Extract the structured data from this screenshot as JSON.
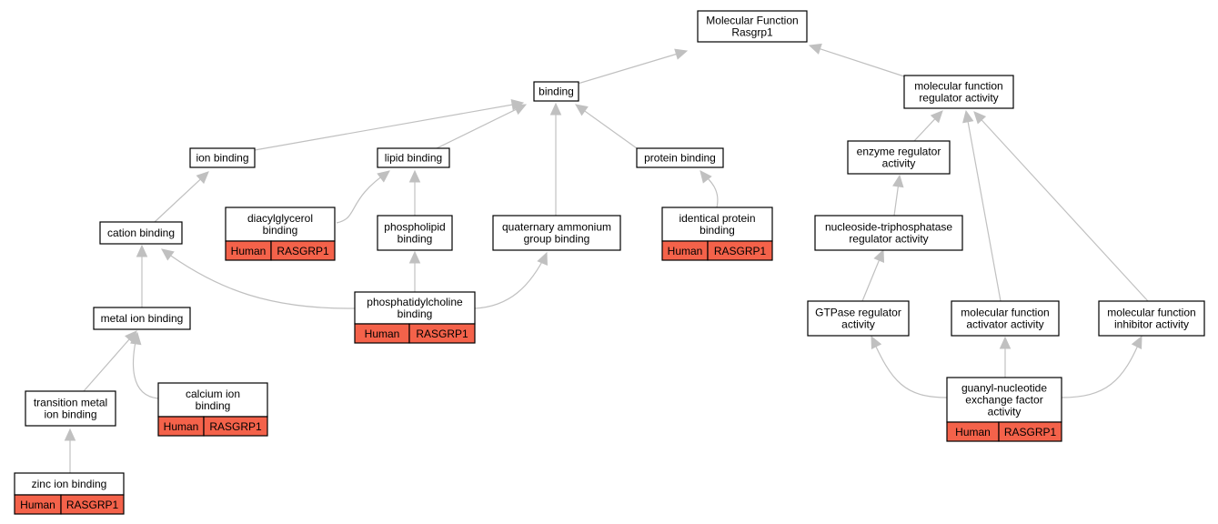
{
  "colors": {
    "annotation_fill": "#f4624a",
    "edge": "#c0c0c0",
    "node_border": "#000000",
    "node_fill": "#ffffff"
  },
  "nodes": {
    "root": {
      "lines": [
        "Molecular Function",
        "Rasgrp1"
      ]
    },
    "binding": {
      "lines": [
        "binding"
      ]
    },
    "mfra": {
      "lines": [
        "molecular function",
        "regulator activity"
      ]
    },
    "ion": {
      "lines": [
        "ion binding"
      ]
    },
    "lipid": {
      "lines": [
        "lipid binding"
      ]
    },
    "protein": {
      "lines": [
        "protein binding"
      ]
    },
    "enzreg": {
      "lines": [
        "enzyme regulator",
        "activity"
      ]
    },
    "cation": {
      "lines": [
        "cation binding"
      ]
    },
    "dag": {
      "lines": [
        "diacylglycerol",
        "binding"
      ],
      "annotation": [
        "Human",
        "RASGRP1"
      ]
    },
    "phospholipid": {
      "lines": [
        "phospholipid",
        "binding"
      ]
    },
    "quat": {
      "lines": [
        "quaternary ammonium",
        "group binding"
      ]
    },
    "identical": {
      "lines": [
        "identical protein",
        "binding"
      ],
      "annotation": [
        "Human",
        "RASGRP1"
      ]
    },
    "ntp": {
      "lines": [
        "nucleoside-triphosphatase",
        "regulator activity"
      ]
    },
    "metal": {
      "lines": [
        "metal ion binding"
      ]
    },
    "pc": {
      "lines": [
        "phosphatidylcholine",
        "binding"
      ],
      "annotation": [
        "Human",
        "RASGRP1"
      ]
    },
    "gtpase": {
      "lines": [
        "GTPase regulator",
        "activity"
      ]
    },
    "activator": {
      "lines": [
        "molecular function",
        "activator activity"
      ]
    },
    "inhibitor": {
      "lines": [
        "molecular function",
        "inhibitor activity"
      ]
    },
    "transition": {
      "lines": [
        "transition metal",
        "ion binding"
      ]
    },
    "calcium": {
      "lines": [
        "calcium ion",
        "binding"
      ],
      "annotation": [
        "Human",
        "RASGRP1"
      ]
    },
    "gef": {
      "lines": [
        "guanyl-nucleotide",
        "exchange factor",
        "activity"
      ],
      "annotation": [
        "Human",
        "RASGRP1"
      ]
    },
    "zinc": {
      "lines": [
        "zinc ion binding"
      ],
      "annotation": [
        "Human",
        "RASGRP1"
      ]
    }
  }
}
